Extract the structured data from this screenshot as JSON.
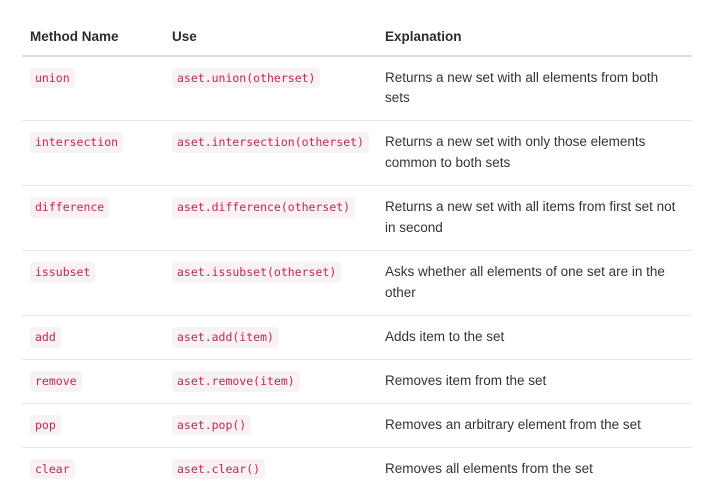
{
  "table": {
    "columns": [
      {
        "key": "method",
        "label": "Method Name"
      },
      {
        "key": "use",
        "label": "Use"
      },
      {
        "key": "explanation",
        "label": "Explanation"
      }
    ],
    "rows": [
      {
        "method": "union",
        "use": "aset.union(otherset)",
        "explanation": "Returns a new set with all elements from both sets"
      },
      {
        "method": "intersection",
        "use": "aset.intersection(otherset)",
        "explanation": "Returns a new set with only those elements common to both sets"
      },
      {
        "method": "difference",
        "use": "aset.difference(otherset)",
        "explanation": "Returns a new set with all items from first set not in second"
      },
      {
        "method": "issubset",
        "use": "aset.issubset(otherset)",
        "explanation": "Asks whether all elements of one set are in the other"
      },
      {
        "method": "add",
        "use": "aset.add(item)",
        "explanation": "Adds item to the set"
      },
      {
        "method": "remove",
        "use": "aset.remove(item)",
        "explanation": "Removes item from the set"
      },
      {
        "method": "pop",
        "use": "aset.pop()",
        "explanation": "Removes an arbitrary element from the set"
      },
      {
        "method": "clear",
        "use": "aset.clear()",
        "explanation": "Removes all elements from the set"
      }
    ]
  },
  "colors": {
    "code_text": "#c7254e",
    "code_background": "#f9f2f4",
    "header_text": "#2b2b2b",
    "body_text": "#333333",
    "header_rule": "#dddddd",
    "row_rule": "#e6e6e6",
    "page_background": "#ffffff"
  }
}
